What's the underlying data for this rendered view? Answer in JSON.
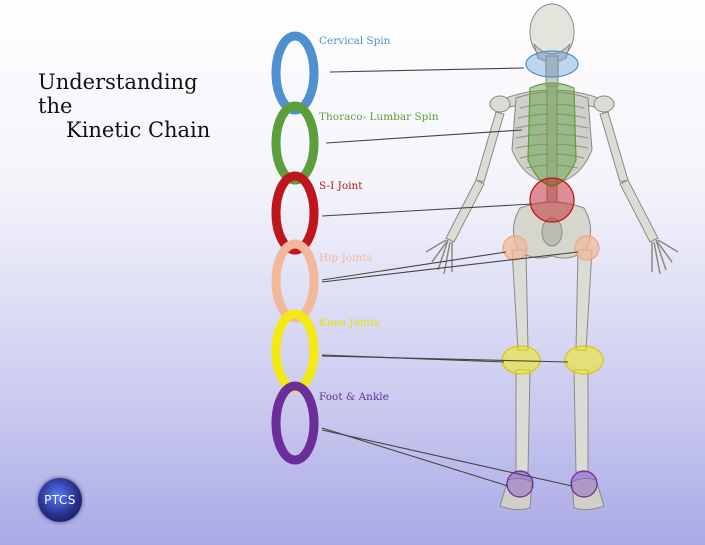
{
  "title": {
    "line1": "Understanding the",
    "line2": "Kinetic Chain"
  },
  "labels": {
    "cervical": "Cervical Spin",
    "thoraco": "Thoraco- Lumbar Spin",
    "si": "S-I Joint",
    "hip": "Hip Joints",
    "knee": "Knee Joints",
    "foot": "Foot & Ankle"
  },
  "colors": {
    "cervical": "#4f90d0",
    "thoraco": "#5c9e3a",
    "si": "#c0151b",
    "hip": "#f2b89a",
    "knee": "#f2ea12",
    "foot": "#6a2d99"
  },
  "logo": {
    "text": "PTCS"
  }
}
